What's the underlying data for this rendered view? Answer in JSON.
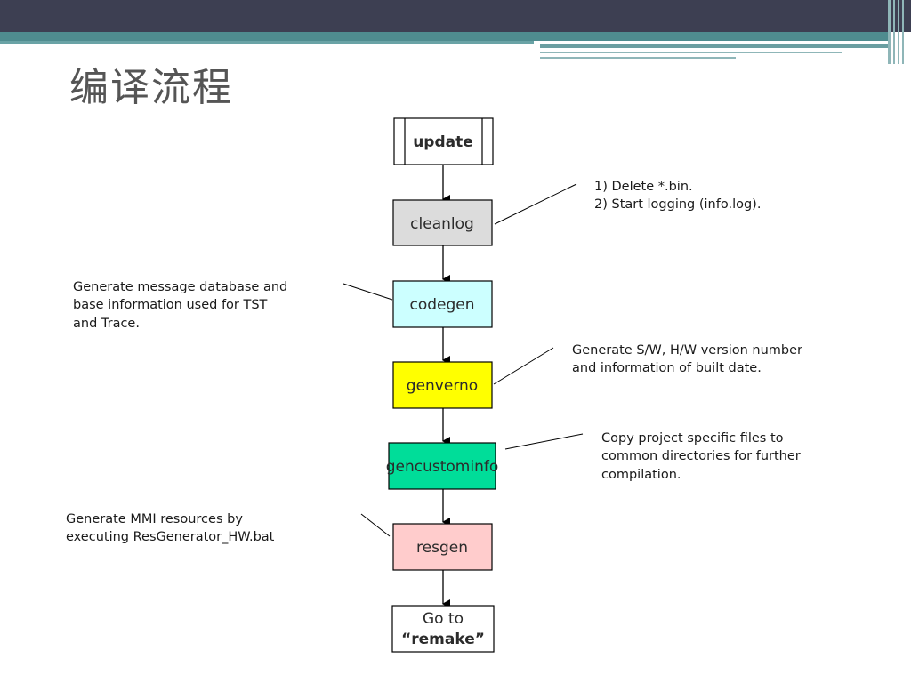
{
  "slide": {
    "title": "编译流程"
  },
  "colors": {
    "topbar": "#3d3f52",
    "accent": "#4f8c8f",
    "cleanlog": "#dcdcdc",
    "codegen": "#ccffff",
    "genverno": "#ffff00",
    "gencustominfo": "#00dd99",
    "resgen": "#ffcccc",
    "white": "#ffffff"
  },
  "flow": {
    "nodes": [
      {
        "id": "update",
        "label": "update"
      },
      {
        "id": "cleanlog",
        "label": "cleanlog"
      },
      {
        "id": "codegen",
        "label": "codegen"
      },
      {
        "id": "genverno",
        "label": "genverno"
      },
      {
        "id": "gencustominfo",
        "label": "gencustominfo"
      },
      {
        "id": "resgen",
        "label": "resgen"
      },
      {
        "id": "remake",
        "label_line1": "Go to",
        "label_line2": "“remake”"
      }
    ],
    "notes": {
      "cleanlog": [
        "1) Delete *.bin.",
        "2) Start logging (info.log)."
      ],
      "codegen": [
        "Generate message database and",
        "base information used for TST",
        "and Trace."
      ],
      "genverno": [
        "Generate S/W, H/W version number",
        "and information of built date."
      ],
      "gencustominfo": [
        "Copy project specific files to",
        "common directories for further",
        "compilation."
      ],
      "resgen": [
        "Generate MMI resources by",
        "executing ResGenerator_HW.bat"
      ]
    }
  }
}
